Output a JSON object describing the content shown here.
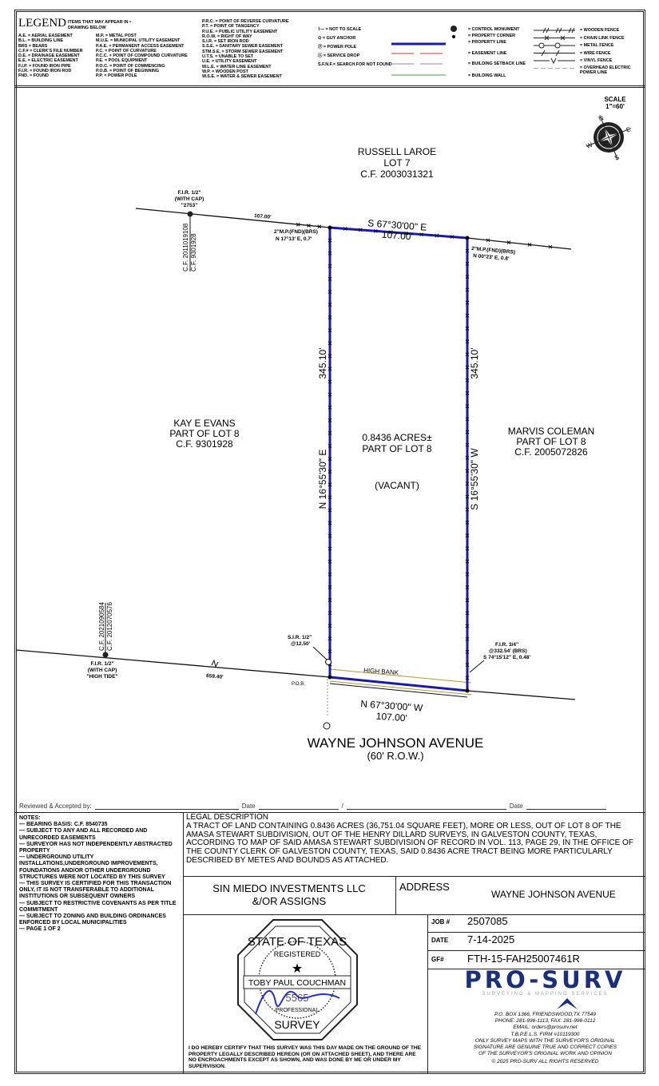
{
  "legend": {
    "title": "LEGEND",
    "subtitle": "ITEMS THAT MAY APPEAR IN • DRAWING BELOW",
    "col1": [
      "A.E. = AERIAL EASEMENT",
      "B.L. = BUILDING LINE",
      "BRS = BEARS",
      "C.F.# = CLERK'S FILE NUMBER",
      "D.E. = DRAINAGE EASEMENT",
      "E.E. = ELECTRIC EASEMENT",
      "F.I.P. = FOUND IRON PIPE",
      "F.I.R. = FOUND IRON ROD",
      "FND. = FOUND"
    ],
    "col2": [
      "M.P. = METAL POST",
      "M.U.E. = MUNICIPAL UTILITY EASEMENT",
      "P.A.E. = PERMANENT ACCESS EASEMENT",
      "P.C. = POINT OF CURVATURE",
      "P.C.C. = POINT OF COMPOUND CURVATURE",
      "P.E. = POOL EQUIPMENT",
      "P.O.C. = POINT OF COMMENCING",
      "P.O.B. = POINT OF BEGINNING",
      "P.P. = POWER POLE"
    ],
    "col3": [
      "P.R.C. = POINT OF REVERSE CURVATURE",
      "P.T. = POINT OF TANGENCY",
      "P.U.E. = PUBLIC UTILITY EASEMENT",
      "R.O.W. = RIGHT OF WAY",
      "S.I.R. = SET IRON ROD",
      "S.S.E. = SANITARY SEWER EASEMENT",
      "STM.S.E. = STORM SEWER EASEMENT",
      "U.T.S. = UNABLE TO SET",
      "U.E. = UTILITY EASEMENT",
      "W.L.E. = WATER LINE EASEMENT",
      "W.P. = WOODEN POST",
      "W.S.E. = WATER & SEWER EASEMENT"
    ],
    "symbols": [
      "= NOT TO SCALE",
      "= GUY ANCHOR",
      "= POWER POLE",
      "= SERVICE DROP"
    ],
    "sfnf": "S.F.N.F.= SEARCH FOR NOT FOUND",
    "lines": [
      "= CONTROL MONUMENT",
      "= PROPERTY CORNER",
      "= PROPERTY LINE",
      "= EASEMENT LINE",
      "= BUILDING SETBACK LINE",
      "= BUILDING WALL"
    ],
    "fences": [
      "= WOODEN FENCE",
      "= CHAIN LINK FENCE",
      "= METAL FENCE",
      "= WIRE FENCE",
      "= VINYL FENCE",
      "= OVERHEAD ELECTRIC POWER LINE"
    ],
    "colors": {
      "property": "#1a1aa8",
      "easement": "#c0392b",
      "setback": "#9b7bb5",
      "wall": "#3aa83a",
      "bank": "#b39a2a"
    }
  },
  "drawing": {
    "scale_label": "SCALE",
    "scale": "1\"=60'",
    "compass": [
      "N",
      "E",
      "S",
      "W"
    ],
    "north_owner": [
      "RUSSELL LAROE",
      "LOT 7",
      "C.F. 2003031321"
    ],
    "west_owner": [
      "KAY E EVANS",
      "PART OF LOT 8",
      "C.F. 9301928"
    ],
    "east_owner": [
      "MARVIS COLEMAN",
      "PART OF LOT 8",
      "C.F. 2005072826"
    ],
    "tract": [
      "0.8436 ACRES±",
      "PART OF LOT 8",
      "(VACANT)"
    ],
    "north_bearing": "S 67°30'00\" E",
    "north_dist": "107.00'",
    "south_bearing": "N 67°30'00\" W",
    "south_dist": "107.00'",
    "west_bearing": "N 16°55'30\" E",
    "west_dist": "345.10'",
    "east_bearing": "S 16°55'30\" W",
    "east_dist": "345.10'",
    "fir_nw": [
      "F.I.R. 1/2\"",
      "(WITH CAP)",
      "\"2753\""
    ],
    "cf_nw": [
      "C.F. 2011019108",
      "C.F. 9301928"
    ],
    "dist_nw": "107.00'",
    "mp_nw": [
      "2\"M.P.(FND)(BRS)",
      "N 17°13' E, 0.7'"
    ],
    "mp_ne": [
      "2\"M.P.(FND)(BRS)",
      "N 00°23' E, 0.8'"
    ],
    "cf_sw": [
      "C.F. 2021090584",
      "C.F. 2012070576"
    ],
    "fir_sw": [
      "F.I.R. 1/2\"",
      "(WITH CAP)",
      "\"HIGH TIDE\""
    ],
    "dist_sw": "659.40'",
    "sir": [
      "S.I.R. 1/2\"",
      "@12.50'"
    ],
    "fir_se": [
      "F.I.R. 3/4\"",
      "@332.54' (BRS)",
      "S 74°15'12\" E, 0.48'"
    ],
    "high_bank": "HIGH BANK",
    "pob": "P.O.B.",
    "street": "WAYNE JOHNSON AVENUE",
    "row": "(60' R.O.W.)"
  },
  "review": {
    "label": "Reviewed & Accepted by:",
    "date1": "Date",
    "slash": "/",
    "date2": "Date"
  },
  "notes": {
    "title": "NOTES:",
    "items": [
      "— BEARING BASIS: C.F. 8540735",
      "— SUBJECT TO ANY AND ALL RECORDED AND UNRECORDED EASEMENTS",
      "— SURVEYOR HAS NOT INDEPENDENTLY ABSTRACTED PROPERTY",
      "— UNDERGROUND UTILITY INSTALLATIONS,UNDERGROUND IMPROVEMENTS, FOUNDATIONS AND/OR OTHER UNDERGROUND STRUCTURES WERE NOT LOCATED BY THIS SURVEY",
      "— THIS SURVEY IS CERTIFIED FOR THIS TRANSACTION ONLY, IT IS NOT TRANSFERABLE TO ADDITIONAL INSTITUTIONS OR SUBSEQUENT OWNERS",
      "— SUBJECT TO RESTRICTIVE COVENANTS AS PER TITLE COMMITMENT",
      "— SUBJECT TO ZONING AND BUILDING ORDINANCES ENFORCED BY LOCAL MUNICIPALITIES",
      "— PAGE 1 OF 2"
    ]
  },
  "legal": {
    "title": "LEGAL DESCRIPTION",
    "text": "A TRACT OF LAND CONTAINING 0.8436 ACRES (36,751.04 SQUARE FEET), MORE OR LESS, OUT OF LOT 8 OF THE AMASA STEWART SUBDIVISION, OUT OF THE HENRY DILLARD SURVEYS, IN GALVESTON COUNTY, TEXAS, ACCORDING TO MAP OF SAID AMASA STEWART SUBDIVISION OF RECORD IN VOL. 113, PAGE 29, IN THE OFFICE OF THE COUNTY CLERK OF GALVESTON COUNTY, TEXAS, SAID 0.8436 ACRE TRACT BEING MORE PARTICULARLY DESCRIBED BY METES AND BOUNDS AS ATTACHED."
  },
  "client": [
    "SIN MIEDO INVESTMENTS LLC",
    "&/OR ASSIGNS"
  ],
  "address": {
    "label": "ADDRESS",
    "value": "WAYNE JOHNSON AVENUE"
  },
  "job": {
    "label": "JOB #",
    "value": "2507085"
  },
  "date": {
    "label": "DATE",
    "value": "7-14-2025"
  },
  "gf": {
    "label": "GF#",
    "value": "FTH-15-FAH25007461R"
  },
  "seal": {
    "top": "STATE OF TEXAS",
    "registered": "REGISTERED",
    "name": "TOBY PAUL COUCHMAN",
    "number": "5565",
    "professional": "PROFESSIONAL",
    "bottom": "SURVEY"
  },
  "certify": "I DO HEREBY CERTIFY THAT THIS SURVEY WAS THIS DAY MADE ON THE GROUND OF THE PROPERTY LEGALLY DESCRIBED HEREON (OR ON ATTACHED SHEET), AND THERE ARE NO ENCROACHMENTS EXCEPT AS SHOWN, AND WAS DONE BY ME OR UNDER MY SUPERVISION.",
  "company": {
    "name": "PRO-SURV",
    "tagline": "SURVEYING & MAPPING SERVICES",
    "brand": "#1b2f7a",
    "lines": [
      "P.O. BOX 1366, FRIENDSWOOD,TX 77549",
      "PHONE: 281-996-1113, FAX: 281-996-0112",
      "EMAIL: orders@prosurv.net",
      "T.B.P.E.L.S. FIRM #10119300",
      "ONLY SURVEY MAPS WITH THE SURVEYOR'S ORIGINAL",
      "SIGNATURE ARE GENUINE TRUE AND CORRECT COPIES",
      "OF THE SURVEYOR'S ORIGINAL WORK AND OPINION",
      "© 2025 PRO-SURV ALL RIGHTS RESERVED"
    ]
  }
}
